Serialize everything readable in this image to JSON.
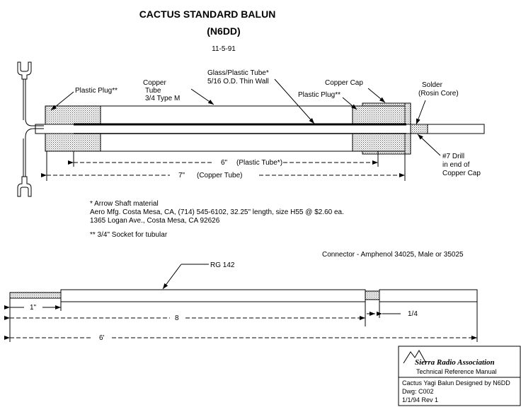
{
  "title": {
    "main": "CACTUS STANDARD BALUN",
    "callsign": "(N6DD)",
    "date": "11-5-91"
  },
  "balun_labels": {
    "plastic_plug_left": "Plastic Plug**",
    "copper_tube_l1": "Copper",
    "copper_tube_l2": "Tube",
    "copper_tube_l3": "3/4 Type M",
    "glass_tube_l1": "Glass/Plastic Tube*",
    "glass_tube_l2": "5/16 O.D. Thin Wall",
    "copper_cap": "Copper Cap",
    "plastic_plug_right": "Plastic Plug**",
    "solder_l1": "Solder",
    "solder_l2": "(Rosin Core)",
    "drill_l1": "#7 Drill",
    "drill_l2": "in end of",
    "drill_l3": "Copper Cap"
  },
  "dimensions": {
    "plastic_tube_value": "6\"",
    "plastic_tube_label": "(Plastic Tube*)",
    "copper_tube_value": "7\"",
    "copper_tube_label": "(Copper Tube)"
  },
  "notes": {
    "n1": "* Arrow Shaft material",
    "n2": "Aero Mfg. Costa Mesa, CA, (714) 545-6102, 32.25\" length, size H55 @ $2.60 ea.",
    "n3": "1365 Logan Ave., Costa Mesa, CA 92626",
    "n4": "** 3/4\" Socket for tubular"
  },
  "cable": {
    "connector": "Connector - Amphenol 34025, Male or 35025",
    "rg_label": "RG 142",
    "dim_left": "1\"",
    "dim_middle": "8",
    "dim_right": "1/4",
    "dim_total": "6'"
  },
  "title_block": {
    "org": "Sierra Radio Association",
    "manual": "Technical Reference Manual",
    "line1": "Cactus Yagi Balun Designed by N6DD",
    "line2": "Dwg: C002",
    "line3": "1/1/94 Rev 1"
  }
}
